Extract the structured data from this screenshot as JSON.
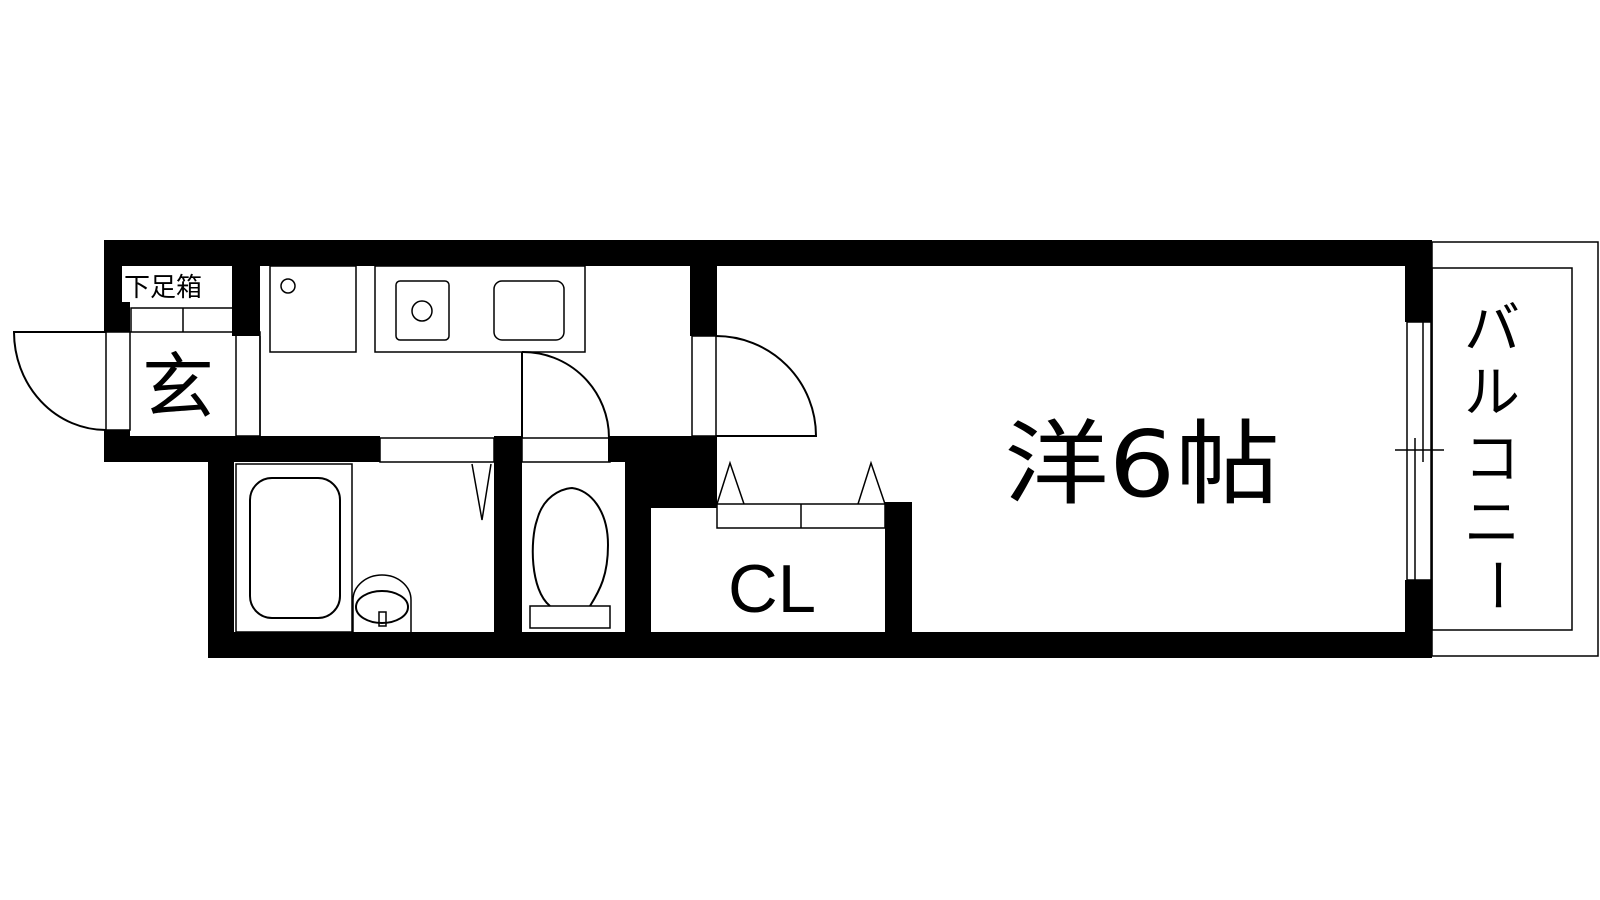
{
  "floorplan": {
    "rooms": {
      "genkan": "玄",
      "shoe_box": "下足箱",
      "western_room": "洋6帖",
      "closet": "CL",
      "balcony": [
        "バ",
        "ル",
        "コ",
        "ニ",
        "ー"
      ]
    },
    "colors": {
      "wall": "#000000",
      "background": "#ffffff"
    }
  }
}
